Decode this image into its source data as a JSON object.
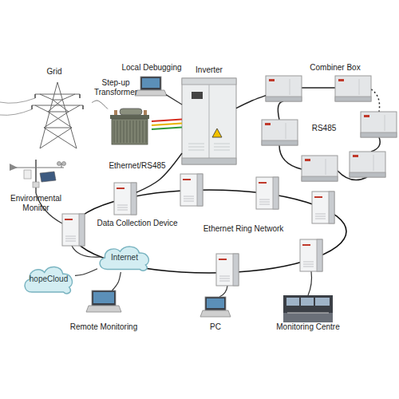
{
  "diagram": {
    "nodes": [
      {
        "text": [
          "Grid"
        ]
      },
      {
        "text": [
          "Step-up Transformer"
        ]
      },
      {
        "text": [
          "Local Debugging"
        ]
      },
      {
        "text": [
          "Inverter"
        ]
      },
      {
        "text": [
          "Combiner Box"
        ]
      },
      {
        "text": [
          "Environmental Monitor"
        ]
      },
      {
        "text": [
          "Data Collection Device"
        ]
      },
      {
        "text": [
          "Internet"
        ]
      },
      {
        "text": [
          "hopeCloud"
        ]
      },
      {
        "text": [
          "Remote Monitoring"
        ]
      },
      {
        "text": [
          "PC"
        ]
      },
      {
        "text": [
          "Monitoring Centre"
        ]
      }
    ],
    "edges": [
      {
        "from": 0,
        "to": 1,
        "arrow": "none"
      },
      {
        "from": 1,
        "to": 3,
        "arrow": "none"
      },
      {
        "from": 2,
        "to": 3,
        "arrow": "none"
      },
      {
        "from": 3,
        "to": 4,
        "arrow": "none"
      },
      {
        "from": 3,
        "to": 6,
        "label": "Ethernet/RS485",
        "arrow": "none"
      },
      {
        "from": 7,
        "to": 8,
        "arrow": "none"
      },
      {
        "from": 7,
        "to": 9,
        "arrow": "none"
      }
    ],
    "labels": [
      "RS485",
      "Ethernet Ring Network"
    ]
  }
}
